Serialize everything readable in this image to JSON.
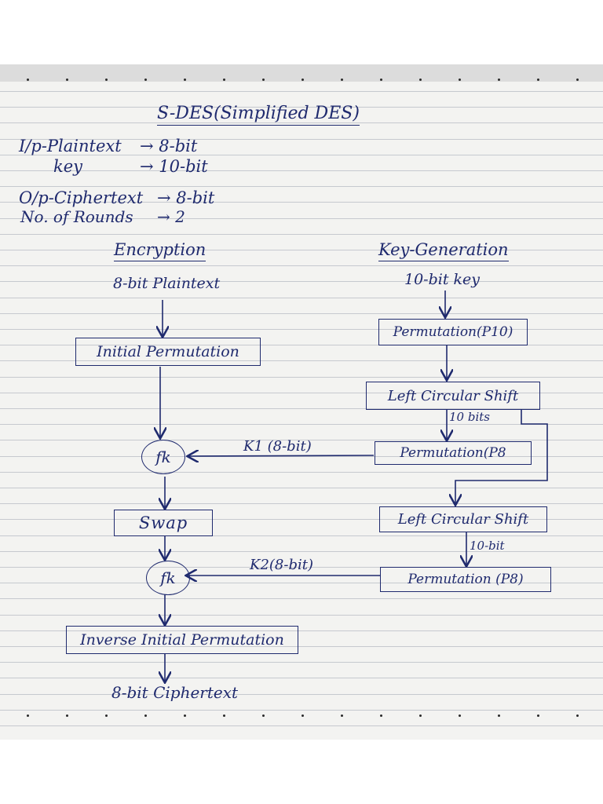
{
  "title": "S-DES(Simplified DES)",
  "info": {
    "input_label": "I/p-Plaintext",
    "input_value": "→ 8-bit",
    "key_label": "key",
    "key_value": "→ 10-bit",
    "output_label": "O/p-Ciphertext",
    "output_value": "→ 8-bit",
    "rounds_label": "No. of Rounds",
    "rounds_value": "→ 2"
  },
  "encryption": {
    "heading": "Encryption",
    "input": "8-bit Plaintext",
    "initial_permutation": "Initial Permutation",
    "fk1": "fk",
    "swap": "Swap",
    "fk2": "fk",
    "inverse_permutation": "Inverse Initial Permutation",
    "output": "8-bit Ciphertext"
  },
  "key_generation": {
    "heading": "Key-Generation",
    "input": "10-bit key",
    "p10": "Permutation(P10)",
    "lcs1": "Left Circular Shift",
    "bits1": "10 bits",
    "p8_1": "Permutation(P8",
    "lcs2": "Left Circular Shift",
    "bits2": "10-bit",
    "p8_2": "Permutation (P8)"
  },
  "keys": {
    "k1": "K1 (8-bit)",
    "k2": "K2(8-bit)"
  }
}
